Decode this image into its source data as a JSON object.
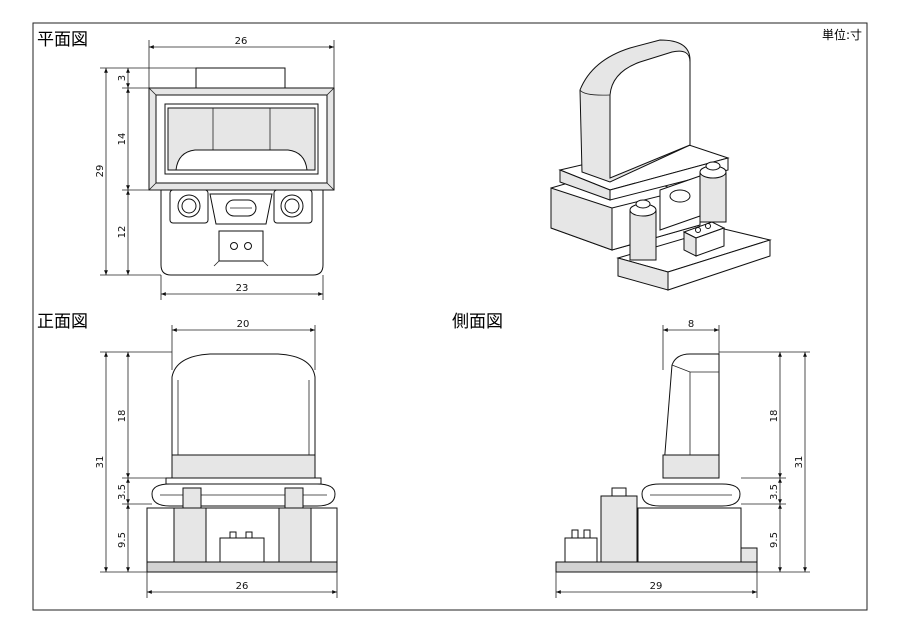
{
  "unit": "単位:寸",
  "views": {
    "plan": {
      "title": "平面図",
      "dims": {
        "top": "26",
        "bottom": "23",
        "total": "29",
        "seg1": "3",
        "seg2": "14",
        "seg3": "12"
      }
    },
    "front": {
      "title": "正面図",
      "dims": {
        "top": "20",
        "bottom": "26",
        "total": "31",
        "seg1": "18",
        "seg2": "3.5",
        "seg3": "9.5"
      }
    },
    "side": {
      "title": "側面図",
      "dims": {
        "top": "8",
        "bottom": "29",
        "total": "31",
        "seg1": "18",
        "seg2": "3.5",
        "seg3": "9.5"
      }
    }
  }
}
